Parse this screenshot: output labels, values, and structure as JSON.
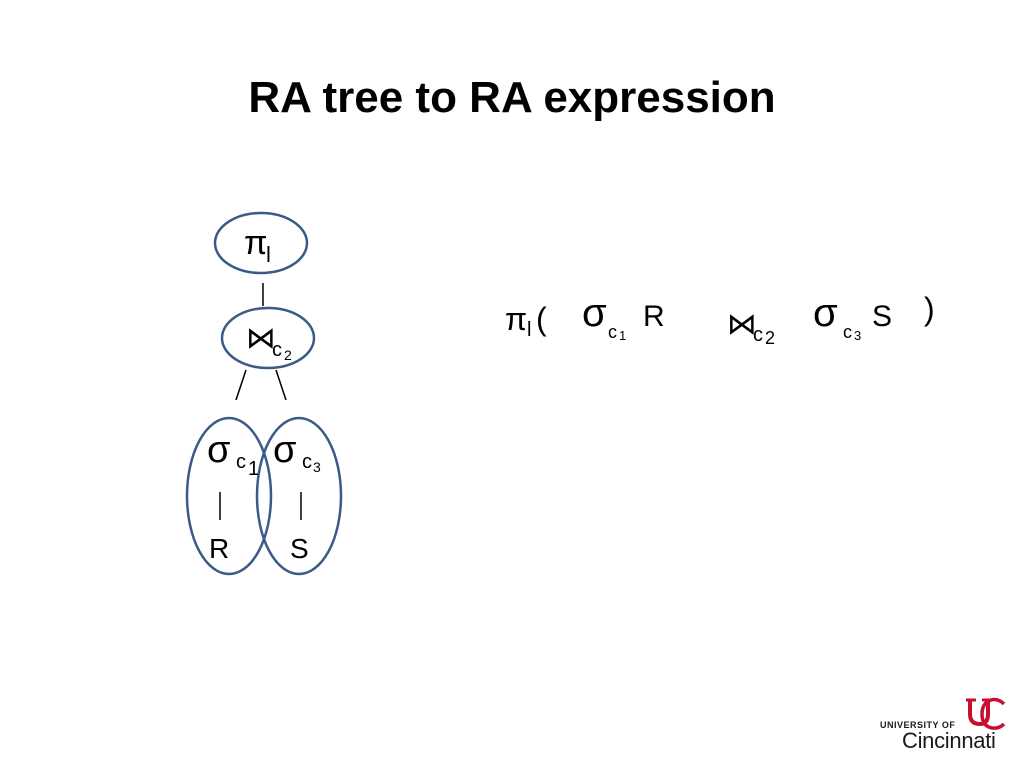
{
  "slide": {
    "title": "RA tree to RA expression"
  },
  "tree": {
    "root_symbol": "π",
    "root_sub": "l",
    "join_symbol": "⋈",
    "join_sub": "c",
    "join_sub2": "2",
    "left_symbol": "σ",
    "left_sub": "c",
    "left_sub2": "1",
    "right_symbol": "σ",
    "right_sub": "c",
    "right_sub2": "3",
    "left_leaf": "R",
    "right_leaf": "S",
    "edge_glyph": "|"
  },
  "expression": {
    "proj_symbol": "π",
    "proj_sub": "l",
    "open_paren": "(",
    "sel1_symbol": "σ",
    "sel1_sub": "c",
    "sel1_sub2": "1",
    "rel1": "R",
    "join_symbol": "⋈",
    "join_sub": "c",
    "join_sub2": "2",
    "sel2_symbol": "σ",
    "sel2_sub": "c",
    "sel2_sub2": "3",
    "rel2": "S",
    "close_paren": ")"
  },
  "logo": {
    "line1": "UNIVERSITY OF",
    "line2": "Cincinnati"
  },
  "colors": {
    "ellipse_stroke": "#3b5b86",
    "logo_red": "#c8102e"
  }
}
